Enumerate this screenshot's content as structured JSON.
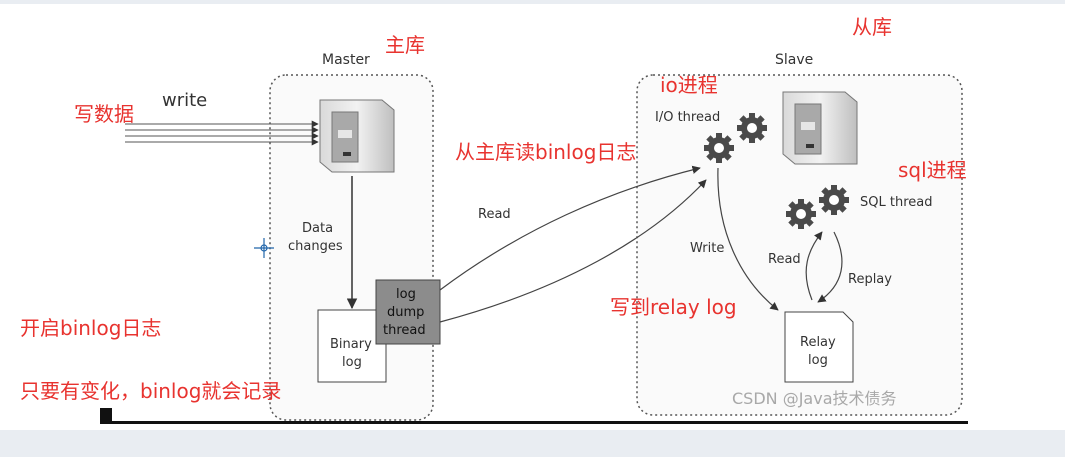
{
  "master": {
    "title": "Master",
    "annotation": "主库",
    "write_label": "write",
    "write_annotation": "写数据",
    "data_changes_line1": "Data",
    "data_changes_line2": "changes",
    "binary_log_line1": "Binary",
    "binary_log_line2": "log",
    "dump_line1": "log",
    "dump_line2": "dump",
    "dump_line3": "thread",
    "binlog_on": "开启binlog日志",
    "binlog_records": "只要有变化，binlog就会记录"
  },
  "slave": {
    "title": "Slave",
    "annotation": "从库",
    "io_thread_label": "I/O thread",
    "io_annotation": "io进程",
    "read_from_master": "从主库读binlog日志",
    "sql_thread_label": "SQL thread",
    "sql_annotation": "sql进程",
    "write_label": "Write",
    "read_label": "Read",
    "replay_label": "Replay",
    "relay_log_line1": "Relay",
    "relay_log_line2": "log",
    "write_relay_annotation": "写到relay log"
  },
  "links": {
    "read_label": "Read"
  },
  "watermark": "CSDN @Java技术债务",
  "colors": {
    "annotation": "#e8332f",
    "ink": "#333333",
    "dump_fill": "#8c8c8c",
    "frame_edge": "#e9edf2"
  }
}
